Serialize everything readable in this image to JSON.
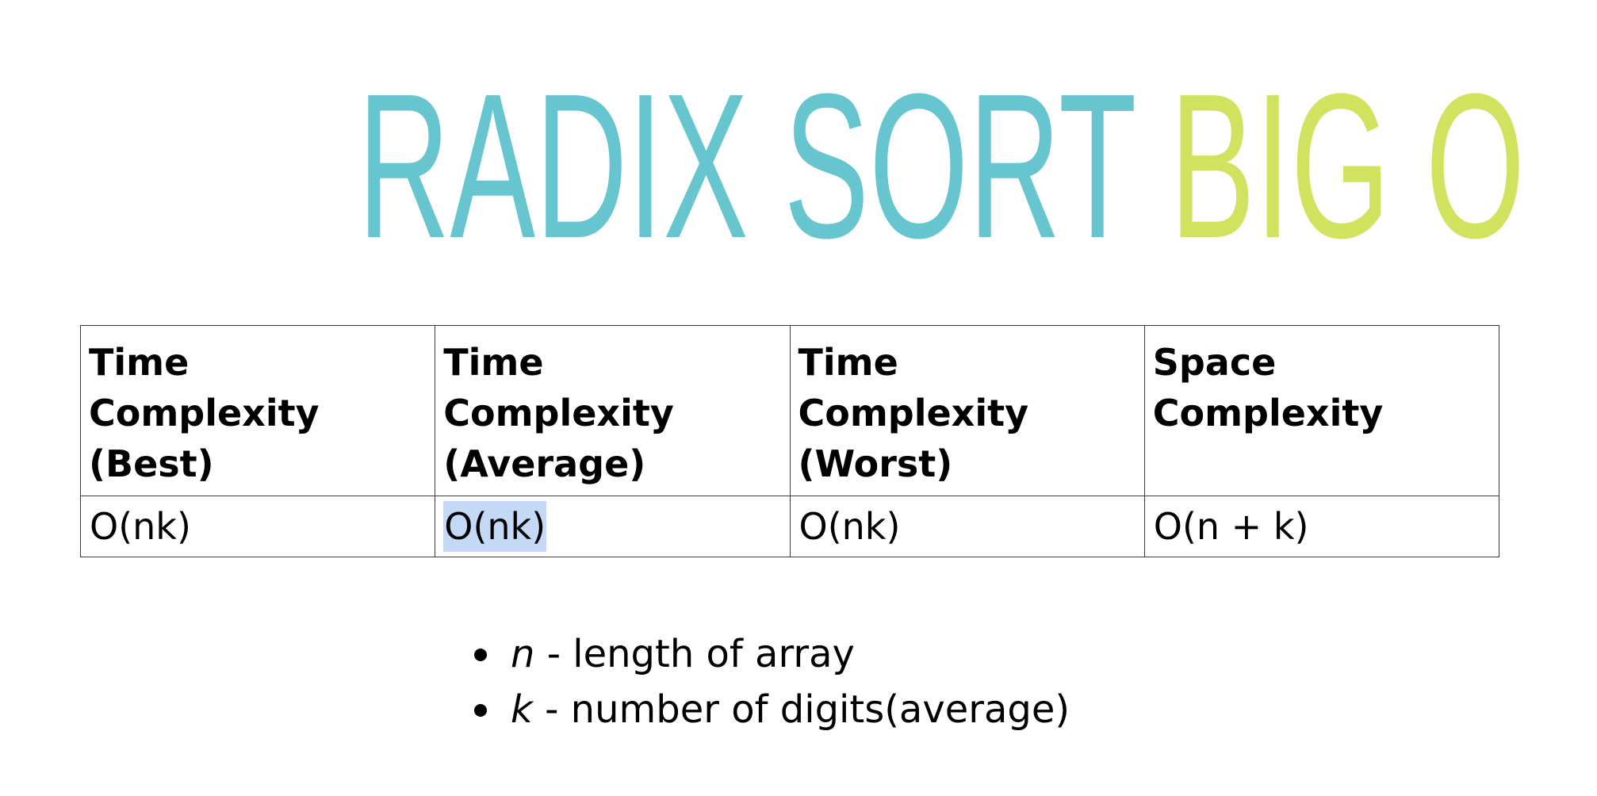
{
  "title": {
    "part1": "RADIX SORT",
    "part2": "BIG O",
    "colors": {
      "part1": "#66c5cf",
      "part2": "#d1e35e"
    }
  },
  "table": {
    "headers": [
      "Time Complexity (Best)",
      "Time Complexity (Average)",
      "Time Complexity (Worst)",
      "Space Complexity"
    ],
    "row": [
      "O(nk)",
      "O(nk)",
      "O(nk)",
      "O(n + k)"
    ],
    "selected_cell": 1,
    "selection_color": "#c4d9f5"
  },
  "legend": [
    {
      "var": "n",
      "text": "- length of array"
    },
    {
      "var": "k",
      "text": "- number of digits(average)"
    }
  ]
}
